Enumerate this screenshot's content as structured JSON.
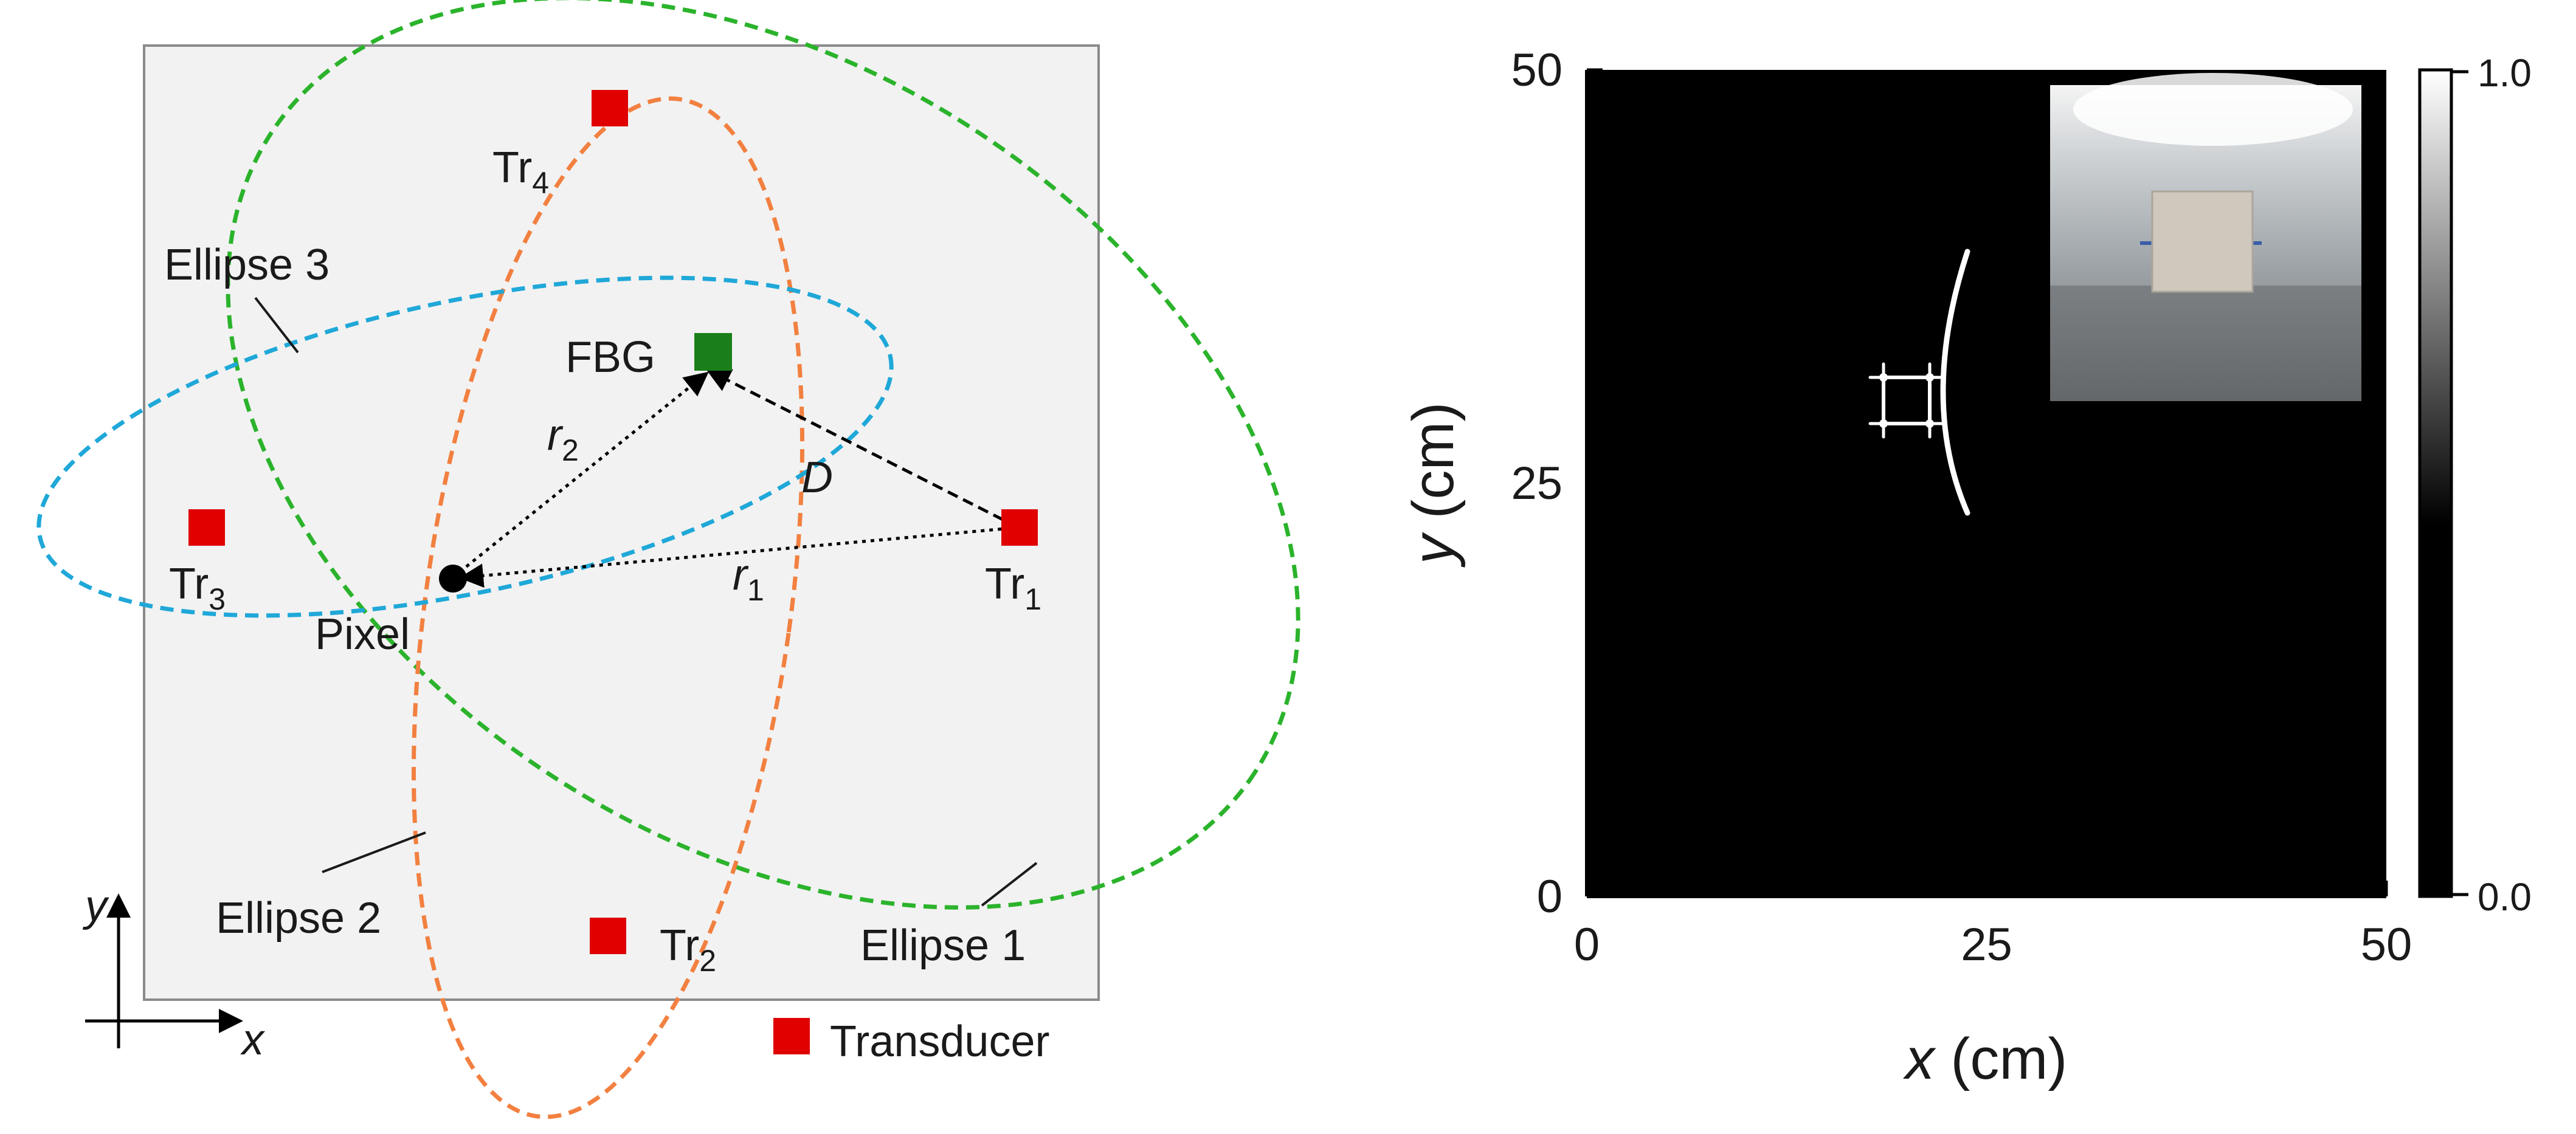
{
  "left_panel": {
    "transducers": [
      {
        "id": "tr1",
        "base": "Tr",
        "sub": "1"
      },
      {
        "id": "tr2",
        "base": "Tr",
        "sub": "2"
      },
      {
        "id": "tr3",
        "base": "Tr",
        "sub": "3"
      },
      {
        "id": "tr4",
        "base": "Tr",
        "sub": "4"
      }
    ],
    "fbg_label": "FBG",
    "pixel_label": "Pixel",
    "distance_labels": {
      "r1": {
        "base": "r",
        "sub": "1"
      },
      "r2": {
        "base": "r",
        "sub": "2"
      },
      "D": "D"
    },
    "ellipses": [
      {
        "label": "Ellipse 1",
        "color": "#2bb32b"
      },
      {
        "label": "Ellipse 2",
        "color": "#f28040"
      },
      {
        "label": "Ellipse 3",
        "color": "#1fa8d8"
      }
    ],
    "legend": {
      "label": "Transducer",
      "color": "#e00000"
    },
    "axes": {
      "x": "x",
      "y": "y"
    },
    "colors": {
      "plate": "#f2f2f2",
      "transducer": "#e00000",
      "fbg": "#1a7f1a",
      "pixel": "#000000"
    }
  },
  "right_panel": {
    "chart_data": {
      "type": "heatmap",
      "xlabel_var": "x",
      "xlabel_unit": "(cm)",
      "ylabel_var": "y",
      "ylabel_unit": "(cm)",
      "xlim": [
        0,
        50
      ],
      "ylim": [
        0,
        50
      ],
      "xticks": [
        "0",
        "25",
        "50"
      ],
      "yticks": [
        "0",
        "25",
        "50"
      ],
      "colorbar": {
        "min_label": "0.0",
        "max_label": "1.0",
        "range": [
          0,
          1
        ],
        "colormap": "grayscale"
      },
      "feature": {
        "center_x": 20,
        "center_y": 30,
        "description": "bright square outline with an arc"
      }
    }
  }
}
